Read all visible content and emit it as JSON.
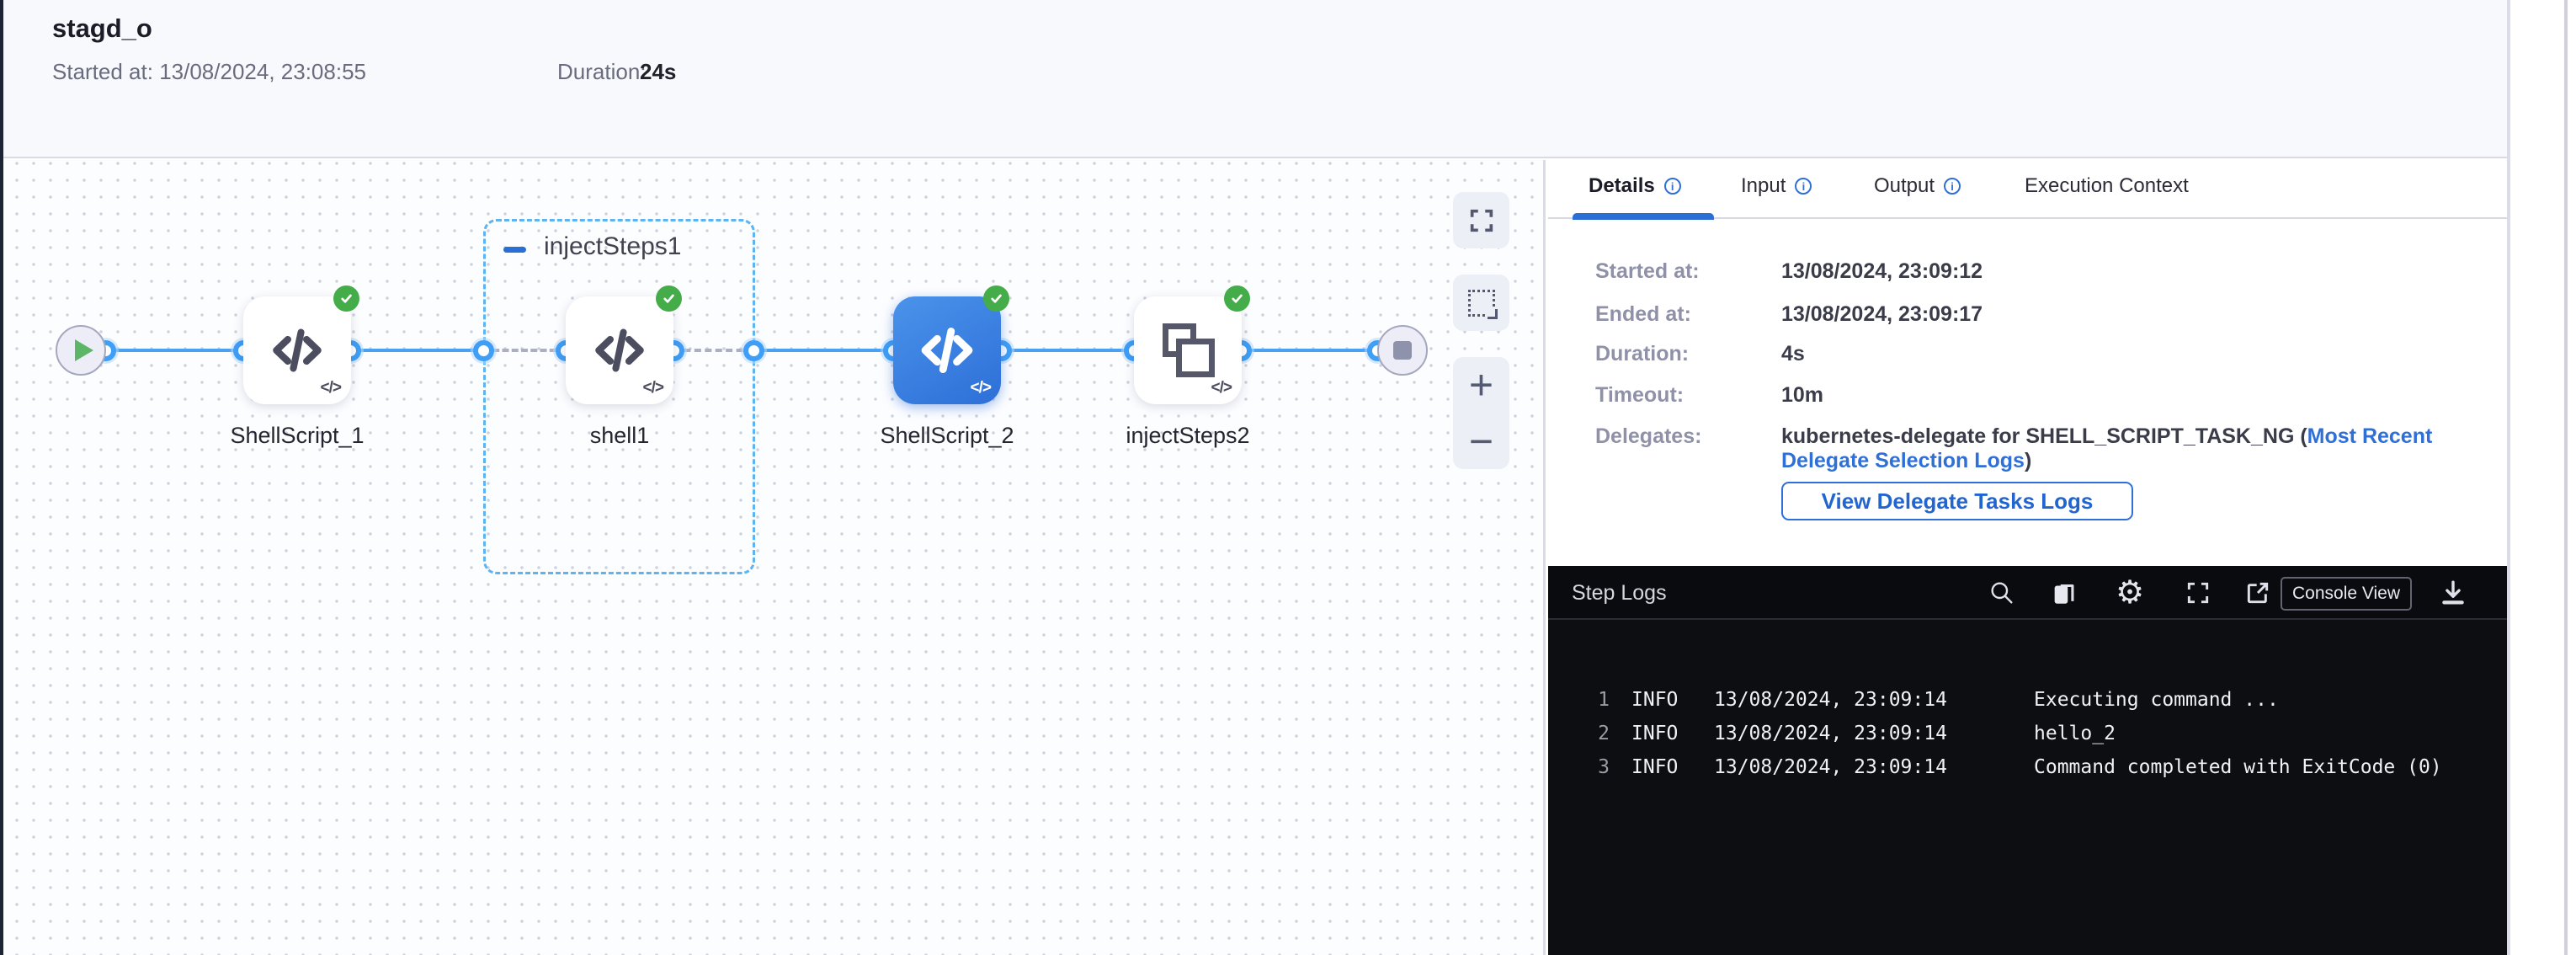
{
  "colors": {
    "accent_blue": "#2a6fd6",
    "link_blue": "#2e6fd8",
    "edge_blue": "#4aa1f3",
    "success_green": "#44ad49",
    "selected_node_blue": "#2d6fd8",
    "log_panel_bg": "#0d0e11",
    "header_bg": "#f8f9fd"
  },
  "header": {
    "title": "stagd_o",
    "started_label": "Started at:",
    "started_value": "13/08/2024, 23:08:55",
    "duration_label": "Duration:",
    "duration_value": "24s"
  },
  "canvas": {
    "group1_label": "injectSteps1",
    "nodes": {
      "step1": "ShellScript_1",
      "step2": "shell1",
      "step3": "ShellScript_2",
      "step4": "injectSteps2"
    }
  },
  "icons": {
    "code_glyph": "</>",
    "info_glyph": "i",
    "zoom_in_glyph": "+",
    "zoom_out_glyph": "−",
    "gear_glyph": "⚙",
    "names": [
      "play-icon",
      "stop-icon",
      "check-icon",
      "code-icon",
      "copy-squares-icon",
      "fullscreen-icon",
      "marquee-select-icon",
      "zoom-in-icon",
      "zoom-out-icon",
      "search-icon",
      "copy-icon",
      "settings-gear-icon",
      "expand-icon",
      "external-link-icon",
      "download-icon"
    ]
  },
  "tabs": {
    "details": "Details",
    "input": "Input",
    "output": "Output",
    "execution_context": "Execution Context"
  },
  "details": {
    "rows": [
      {
        "label": "Started at:",
        "value": "13/08/2024, 23:09:12"
      },
      {
        "label": "Ended at:",
        "value": "13/08/2024, 23:09:17"
      },
      {
        "label": "Duration:",
        "value": "4s"
      },
      {
        "label": "Timeout:",
        "value": "10m"
      }
    ],
    "delegates_label": "Delegates:",
    "delegates_prefix": "kubernetes-delegate for SHELL_SCRIPT_TASK_NG (",
    "delegates_link": "Most Recent Delegate Selection Logs",
    "delegates_suffix": ")",
    "view_delegate_logs_button": "View Delegate Tasks Logs"
  },
  "logs": {
    "title": "Step Logs",
    "console_view_button": "Console View",
    "lines": [
      {
        "num": "1",
        "level": "INFO",
        "time": "13/08/2024, 23:09:14",
        "message": "Executing command ..."
      },
      {
        "num": "2",
        "level": "INFO",
        "time": "13/08/2024, 23:09:14",
        "message": "hello_2"
      },
      {
        "num": "3",
        "level": "INFO",
        "time": "13/08/2024, 23:09:14",
        "message": "Command completed with ExitCode (0)"
      }
    ]
  }
}
